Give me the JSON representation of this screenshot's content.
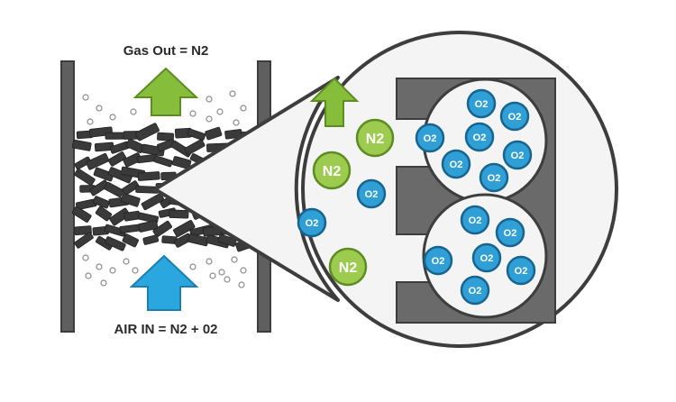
{
  "labels": {
    "gas_out": "Gas Out = N2",
    "air_in": "AIR IN = N2 + 02"
  },
  "molecules": {
    "n2_symbol": "N2",
    "o2_symbol": "O2"
  },
  "colors": {
    "outline": "#3d3d3d",
    "wall": "#5f5f5f",
    "n2_fill": "#9ccb4f",
    "o2_fill": "#2f9fd6",
    "arrow_out": "#86bd3a",
    "arrow_in": "#2aa7df",
    "pellet": "#3a3a3a"
  },
  "icons": {
    "gas_out_arrow": "arrow-up-icon",
    "air_in_arrow": "arrow-up-icon"
  }
}
